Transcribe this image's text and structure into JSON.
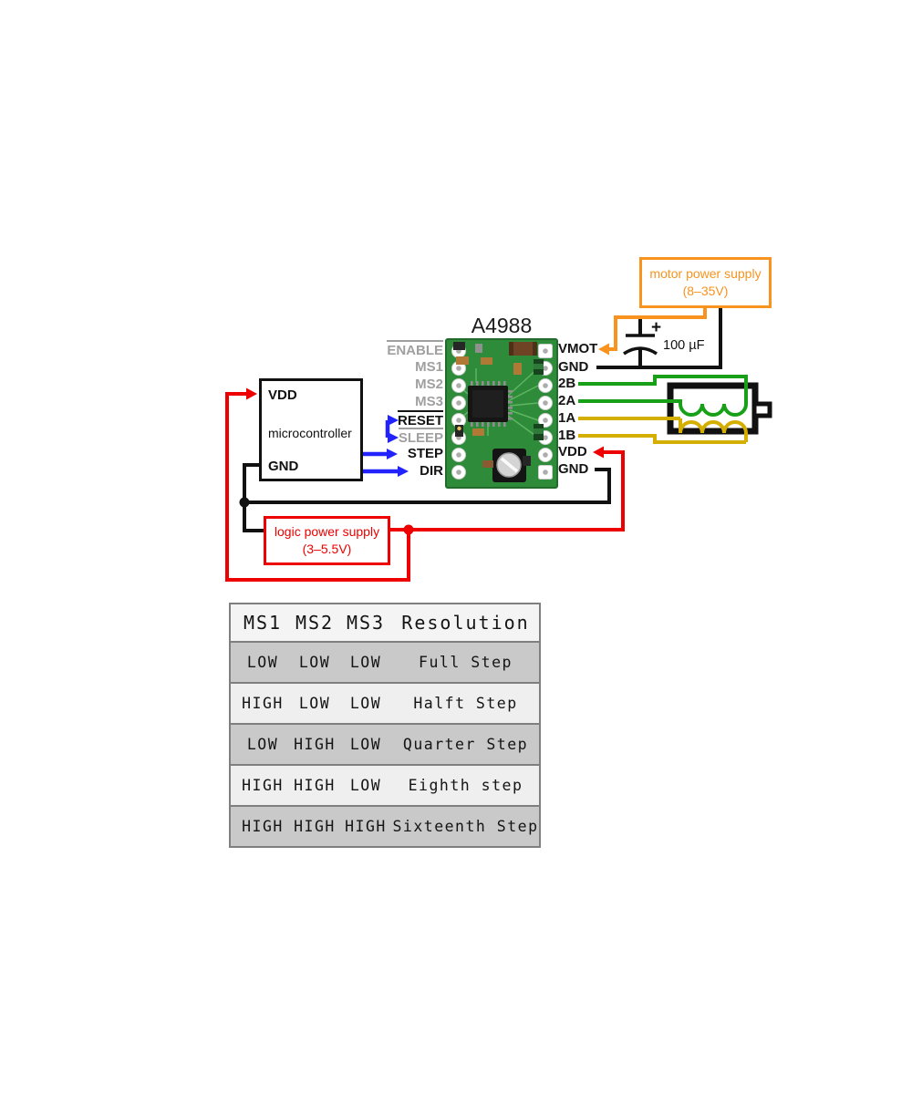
{
  "diagram": {
    "title": "A4988",
    "motor_power_supply": {
      "line1": "motor power supply",
      "line2": "(8–35V)"
    },
    "logic_power_supply": {
      "line1": "logic power supply",
      "line2": "(3–5.5V)"
    },
    "microcontroller": {
      "name": "microcontroller",
      "vdd": "VDD",
      "gnd": "GND"
    },
    "capacitor": {
      "value": "100 µF",
      "polarity": "+"
    },
    "driver_left_pins": [
      {
        "label": "ENABLE"
      },
      {
        "label": "MS1"
      },
      {
        "label": "MS2"
      },
      {
        "label": "MS3"
      },
      {
        "label": "RESET"
      },
      {
        "label": "SLEEP"
      },
      {
        "label": "STEP"
      },
      {
        "label": "DIR"
      }
    ],
    "driver_right_pins": [
      {
        "label": "VMOT"
      },
      {
        "label": "GND"
      },
      {
        "label": "2B"
      },
      {
        "label": "2A"
      },
      {
        "label": "1A"
      },
      {
        "label": "1B"
      },
      {
        "label": "VDD"
      },
      {
        "label": "GND"
      }
    ]
  },
  "resolution_table": {
    "headers": [
      "MS1",
      "MS2",
      "MS3",
      "Resolution"
    ],
    "rows": [
      [
        "LOW",
        "LOW",
        "LOW",
        "Full Step"
      ],
      [
        "HIGH",
        "LOW",
        "LOW",
        "Halft Step"
      ],
      [
        "LOW",
        "HIGH",
        "LOW",
        "Quarter Step"
      ],
      [
        "HIGH",
        "HIGH",
        "LOW",
        "Eighth step"
      ],
      [
        "HIGH",
        "HIGH",
        "HIGH",
        "Sixteenth Step"
      ]
    ]
  },
  "colors": {
    "motor_supply_orange": "#f7931e",
    "logic_supply_red": "#ee0000",
    "signal_blue": "#2222ff",
    "coil2_green": "#18a018",
    "coil1_yellow": "#d4af00",
    "wire_black": "#111111",
    "inactive_pin_gray": "#a0a0a0",
    "pcb_green": "#2e8b3a",
    "table_row_dark": "#c9c9c9",
    "table_row_light": "#efefef",
    "table_border_gray": "#7f7f7f"
  }
}
